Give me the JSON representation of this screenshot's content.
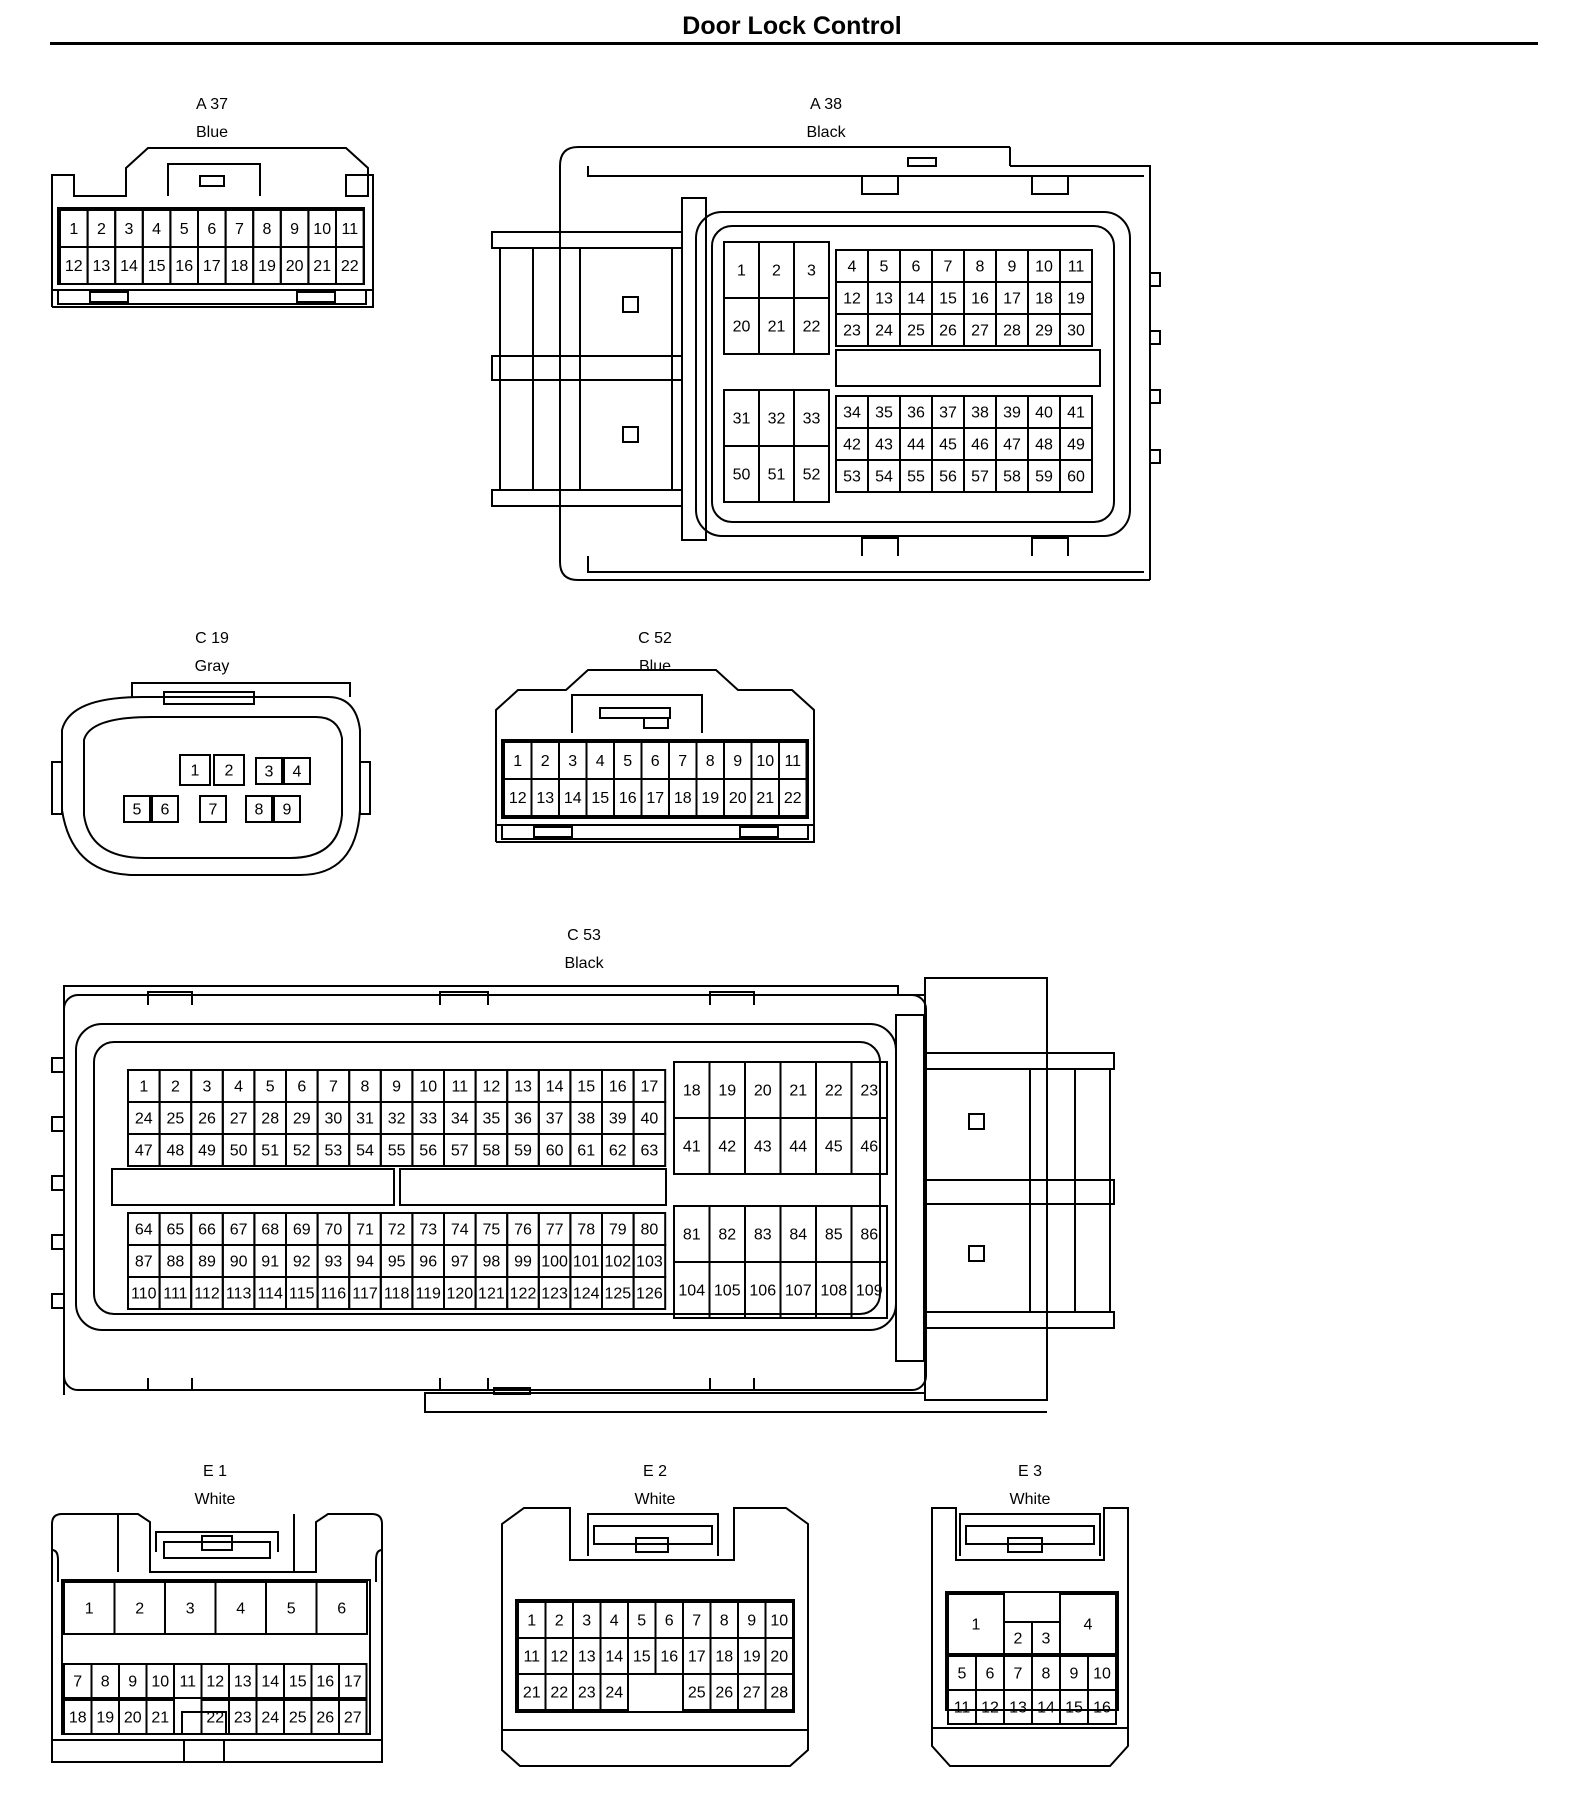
{
  "title": "Door Lock Control",
  "connectors": {
    "A37": {
      "id": "A 37",
      "color": "Blue"
    },
    "A38": {
      "id": "A 38",
      "color": "Black"
    },
    "C19": {
      "id": "C 19",
      "color": "Gray"
    },
    "C52": {
      "id": "C 52",
      "color": "Blue"
    },
    "C53": {
      "id": "C 53",
      "color": "Black"
    },
    "E1": {
      "id": "E 1",
      "color": "White"
    },
    "E2": {
      "id": "E 2",
      "color": "White"
    },
    "E3": {
      "id": "E 3",
      "color": "White"
    }
  }
}
